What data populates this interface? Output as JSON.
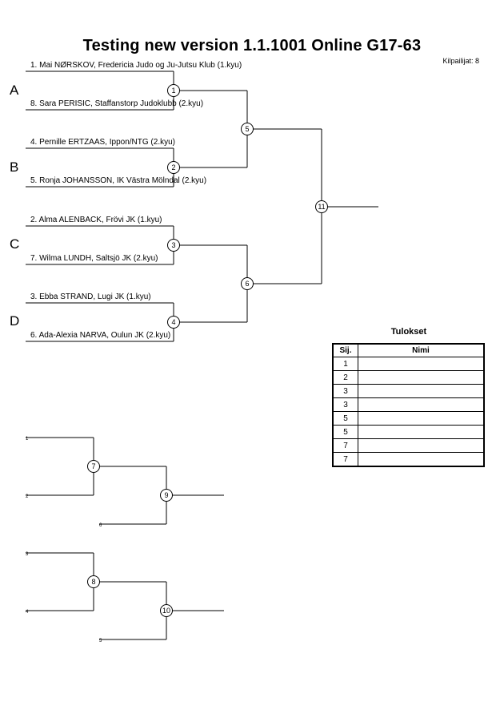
{
  "header": {
    "title": "Testing new version  1.1.1001  Online   G17-63",
    "competitor_count": "Kilpailijat: 8"
  },
  "pools": [
    "A",
    "B",
    "C",
    "D"
  ],
  "competitors": [
    "1. Mai NØRSKOV, Fredericia Judo og Ju-Jutsu Klub (1.kyu)",
    "8. Sara PERISIC, Staffanstorp Judoklubb (2.kyu)",
    "4. Pernille ERTZAAS, Ippon/NTG (2.kyu)",
    "5. Ronja JOHANSSON, IK Västra Mölndal (2.kyu)",
    "2. Alma ALENBACK, Frövi JK (1.kyu)",
    "7. Wilma LUNDH, Saltsjö JK (2.kyu)",
    "3. Ebba STRAND, Lugi JK (1.kyu)",
    "6. Ada-Alexia NARVA, Oulun JK (2.kyu)"
  ],
  "matches": [
    "1",
    "2",
    "3",
    "4",
    "5",
    "6",
    "11",
    "7",
    "9",
    "8",
    "10"
  ],
  "repechage": {
    "upper": [
      "1",
      "2",
      "6"
    ],
    "lower": [
      "3",
      "4",
      "5"
    ]
  },
  "results": {
    "title": "Tulokset",
    "col_place": "Sij.",
    "col_name": "Nimi",
    "places": [
      "1",
      "2",
      "3",
      "3",
      "5",
      "5",
      "7",
      "7"
    ]
  }
}
